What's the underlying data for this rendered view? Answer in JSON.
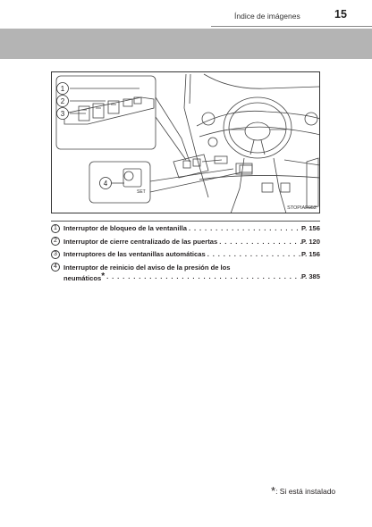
{
  "header": {
    "title": "Índice de imágenes",
    "page_number": "15"
  },
  "figure": {
    "code": "STOPIAP052",
    "callouts": [
      "1",
      "2",
      "3",
      "4"
    ],
    "set_label": "SET"
  },
  "items": [
    {
      "num": "1",
      "text": "Interruptor de bloqueo de la ventanilla",
      "page": "P. 156"
    },
    {
      "num": "2",
      "text": "Interruptor de cierre centralizado de las puertas",
      "page": "P. 120"
    },
    {
      "num": "3",
      "text": "Interruptores de las ventanillas automáticas",
      "page": "P. 156"
    },
    {
      "num": "4",
      "text_line1": "Interruptor de reinicio del aviso de la presión de los",
      "text_line2": "neumáticos",
      "star": "*",
      "page": "P. 385"
    }
  ],
  "footnote": {
    "star": "*",
    "text": ": Si está instalado"
  }
}
